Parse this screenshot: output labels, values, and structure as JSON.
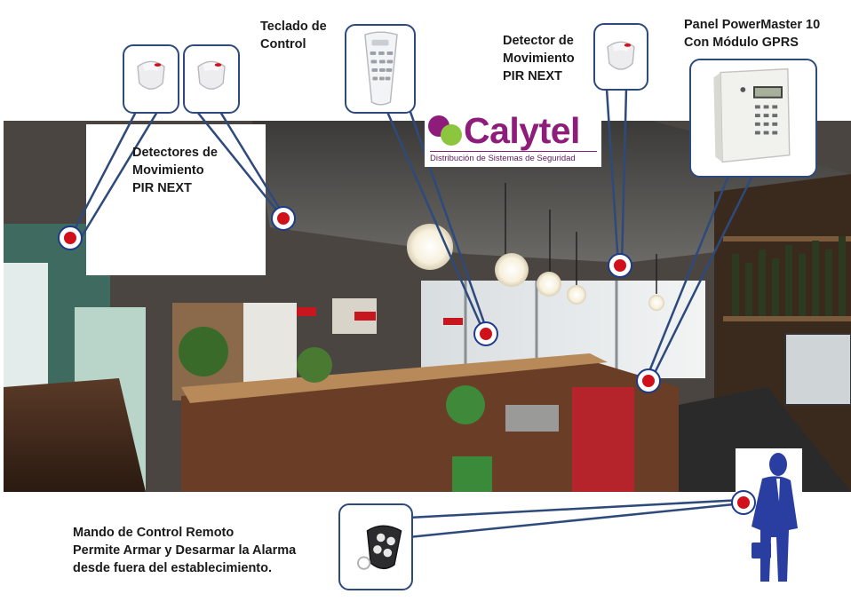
{
  "logo": {
    "name": "Calytel",
    "tagline": "Distribución de Sistemas de Seguridad",
    "colors": {
      "primary": "#8e1c7a",
      "secondary": "#8cc63f"
    }
  },
  "labels": {
    "teclado": [
      "Teclado de",
      "Control"
    ],
    "detector_single": [
      "Detector de",
      "Movimiento",
      "PIR NEXT"
    ],
    "panel": [
      "Panel PowerMaster 10",
      "Con Módulo GPRS"
    ],
    "detectors_pair": [
      "Detectores de",
      "Movimiento",
      "PIR NEXT"
    ],
    "mando": [
      "Mando de Control Remoto",
      "Permite Armar y Desarmar la Alarma",
      "desde fuera del establecimiento."
    ]
  },
  "colors": {
    "callout_line": "#2e4a7c",
    "marker_red": "#d0101a",
    "marker_ring": "#1e3a8a",
    "person": "#2a3da0"
  },
  "icons": {
    "pir": "pir-detector-icon",
    "keypad": "keypad-icon",
    "panel": "control-panel-icon",
    "remote": "remote-control-icon",
    "person": "businessman-silhouette-icon"
  }
}
